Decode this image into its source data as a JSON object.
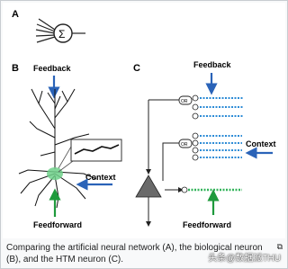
{
  "figure": {
    "panel_a": "A",
    "panel_b": "B",
    "panel_c": "C",
    "sigma": "Σ",
    "b_feedback": "Feedback",
    "b_context": "Context",
    "b_feedforward": "Feedforward",
    "c_feedback": "Feedback",
    "c_context": "Context",
    "c_feedforward": "Feedforward",
    "or_label": "OR"
  },
  "caption": {
    "text": "Comparing the artificial neural network (A), the biological neuron (B), and the HTM neuron (C).",
    "expand_icon": "expand-icon",
    "expand_glyph": "⧉"
  },
  "watermark": {
    "text": "头条@数据派THU"
  },
  "colors": {
    "arrow_blue": "#2a63b8",
    "arrow_green": "#1f9a3c",
    "dendrite": "#2c8bd6",
    "caption_bg": "#f8f9fa"
  }
}
